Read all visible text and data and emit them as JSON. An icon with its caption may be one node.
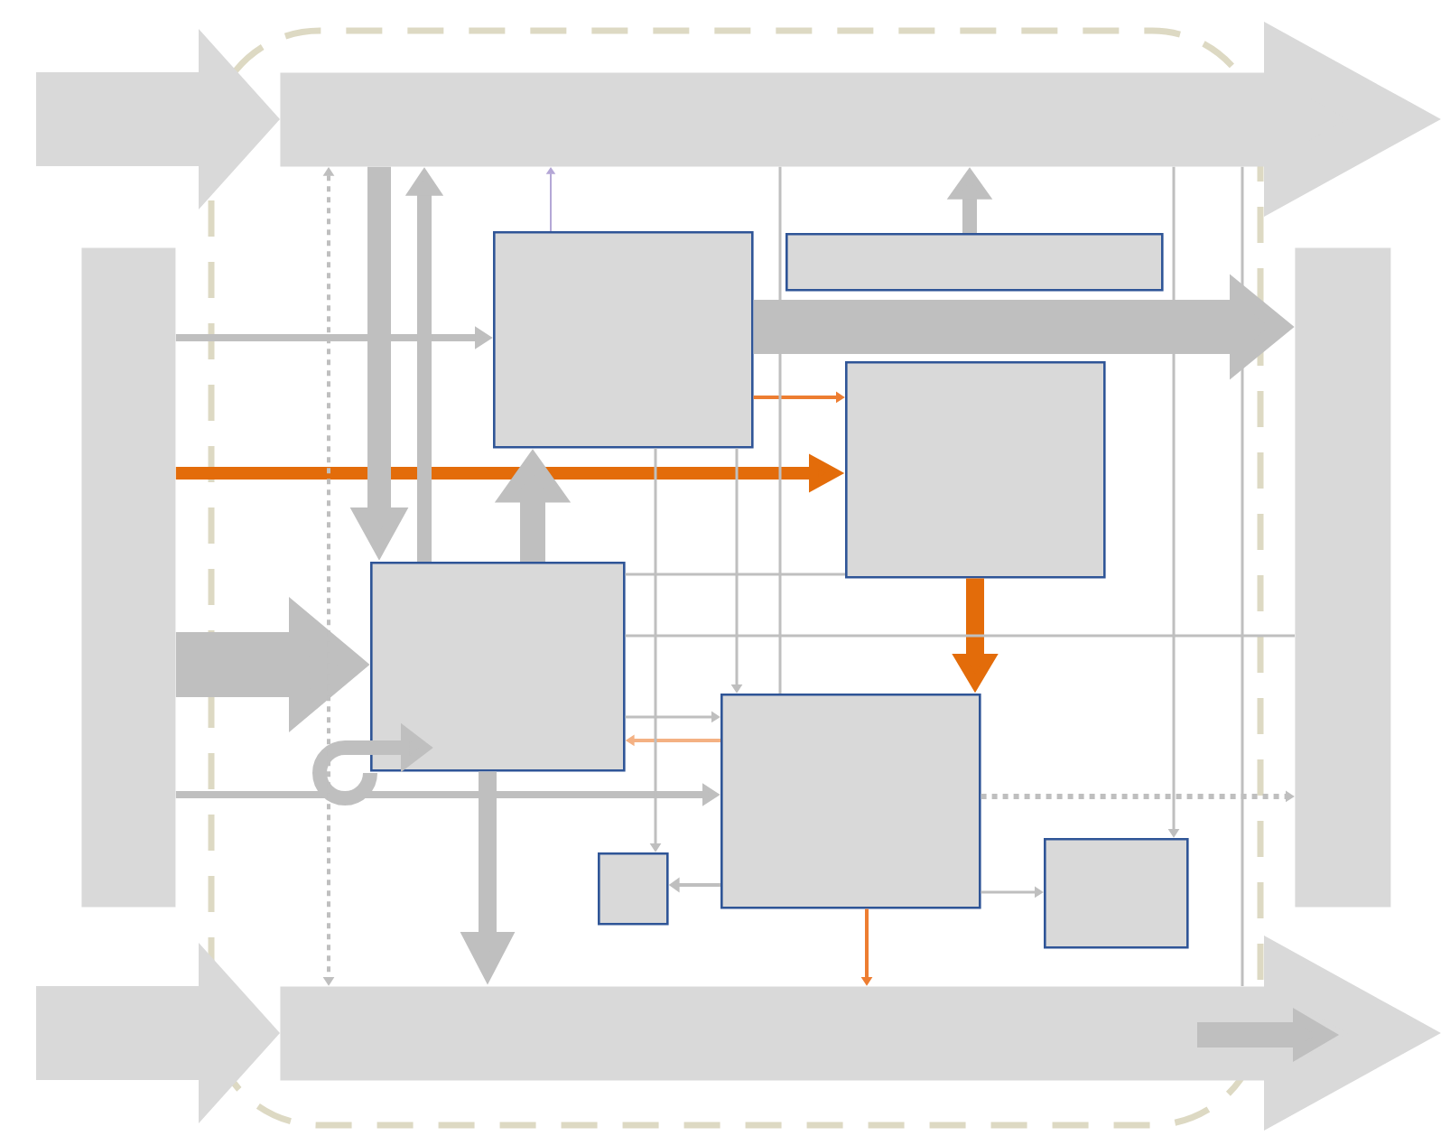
{
  "diagram": {
    "nodes": [
      {
        "text": [],
        "shape": "bar"
      },
      {
        "text": [],
        "shape": "bar"
      },
      {
        "text": [],
        "shape": "bar"
      },
      {
        "text": [],
        "shape": "bar"
      },
      {
        "text": [],
        "shape": "box"
      },
      {
        "text": [],
        "shape": "box"
      },
      {
        "text": [],
        "shape": "box"
      },
      {
        "text": [],
        "shape": "box"
      },
      {
        "text": [],
        "shape": "box"
      },
      {
        "text": [],
        "shape": "box"
      },
      {
        "text": [],
        "shape": "box"
      }
    ],
    "edges": [
      {
        "from": null,
        "to": 0,
        "arrow": "to",
        "style": "thick",
        "color": "#d9d9d9"
      },
      {
        "from": 0,
        "to": null,
        "arrow": "to",
        "style": "thick",
        "color": "#d9d9d9"
      },
      {
        "from": null,
        "to": 1,
        "arrow": "to",
        "style": "thick",
        "color": "#d9d9d9"
      },
      {
        "from": 1,
        "to": null,
        "arrow": "to",
        "style": "thick",
        "color": "#d9d9d9"
      },
      {
        "from": 2,
        "to": 4,
        "arrow": "to",
        "style": "thick"
      },
      {
        "from": 2,
        "to": 6,
        "arrow": "to",
        "style": "thick",
        "color": "#e36c0a"
      },
      {
        "from": 2,
        "to": 7,
        "arrow": "to",
        "style": "thick"
      },
      {
        "from": 2,
        "to": 8,
        "arrow": "to",
        "style": "thick"
      },
      {
        "from": 4,
        "to": 3,
        "arrow": "to",
        "style": "thick"
      },
      {
        "from": 4,
        "to": 6,
        "arrow": "to",
        "color": "#ed7d31"
      },
      {
        "from": 7,
        "to": 4,
        "arrow": "to",
        "style": "thick"
      },
      {
        "from": 0,
        "to": 7,
        "arrow": "to",
        "style": "thick"
      },
      {
        "from": 7,
        "to": 0,
        "arrow": "to",
        "style": "thick"
      },
      {
        "from": 6,
        "to": 8,
        "arrow": "to",
        "style": "thick",
        "color": "#e36c0a"
      },
      {
        "from": 8,
        "to": 7,
        "arrow": "to",
        "color": "#f4b183"
      },
      {
        "from": 7,
        "to": 1,
        "arrow": "to",
        "style": "thick"
      },
      {
        "from": 8,
        "to": 1,
        "arrow": "to",
        "color": "#ed7d31"
      },
      {
        "from": 8,
        "to": 9,
        "arrow": "to"
      },
      {
        "from": 8,
        "to": 10,
        "arrow": "to"
      },
      {
        "from": 8,
        "to": 3,
        "arrow": "to",
        "style": "dashed"
      },
      {
        "from": 5,
        "to": 0,
        "arrow": "to",
        "style": "thick"
      },
      {
        "from": 7,
        "to": 8,
        "arrow": "to"
      },
      {
        "from": 4,
        "to": 8,
        "arrow": "to"
      },
      {
        "from": 4,
        "to": 9,
        "arrow": "to"
      },
      {
        "from": 7,
        "to": 7,
        "arrow": "to",
        "style": "thick"
      },
      {
        "from": 7,
        "to": 3,
        "arrow": "none"
      },
      {
        "from": 0,
        "to": 10,
        "arrow": "to"
      },
      {
        "from": 4,
        "to": 0,
        "arrow": "to",
        "color": "#b4a7d6"
      },
      {
        "from": 0,
        "to": 1,
        "arrow": "none"
      },
      {
        "from": 0,
        "to": 1,
        "arrow": "both",
        "style": "dashed"
      },
      {
        "from": 0,
        "to": 8,
        "arrow": "none"
      },
      {
        "from": 7,
        "to": 6,
        "arrow": "none"
      }
    ]
  }
}
